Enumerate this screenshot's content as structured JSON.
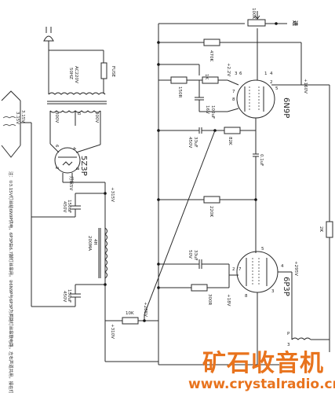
{
  "power_section": {
    "fuse": "FUSE",
    "ac_input": "AC220V",
    "frequency": "50HZ",
    "tap_300v_left": "300V",
    "tap_0": "0",
    "tap_300v_right": "300V",
    "tap_3_15v_a": "3.15V",
    "tap_3_15v_b": "3.15V",
    "rectifier_tube": "5Z3P",
    "rectifier_pin_2": "2",
    "rectifier_pin_4": "4",
    "rectifier_pin_6": "6",
    "rectifier_pin_8": "8",
    "filament_5v": "灯丝5V",
    "filter_cap_1": "150uF",
    "filter_cap_1_v": "450V",
    "choke": "4H",
    "choke_current": "200MA",
    "filter_cap_2": "150uF",
    "filter_cap_2_v": "450V",
    "b_plus_1": "+315V",
    "b_plus_2": "+310V"
  },
  "note": "注：①3.15V灯丝给6N9P供电，6P3P由6.7脚灯丝串用。②6N9P与6P3P为两路灯丝串联电路，左右声道共用，接在灯丝一路",
  "stage1": {
    "pot": "100K",
    "input_label": "进",
    "r_470k": "470K",
    "r_150r": "150R",
    "r_1k": "1K",
    "cap_100uf": "100uF",
    "cap_100uf_v": "16V",
    "cathode_v": "+2.2V",
    "anode_v": "+160V",
    "tube": "6N9P",
    "pin_3": "3",
    "pin_6": "6",
    "pin_1": "1",
    "pin_4": "4",
    "pin_2": "2",
    "pin_5": "5",
    "pin_7": "7",
    "pin_8": "8",
    "cap_33uf": "33uF",
    "cap_33uf_v": "450V",
    "r_82k": "82K",
    "coupling_cap": "0.1uF",
    "r_220k": "220K",
    "r_10k": "10K",
    "b_plus": "+285V"
  },
  "stage2": {
    "cap_33uf": "33uF",
    "cap_33uf_v": "50V",
    "r_300r": "300R",
    "cathode_v": "+18V",
    "anode_v": "+295V",
    "tube": "6P3P",
    "pin_2": "2",
    "pin_7": "7",
    "pin_8": "8",
    "pin_5": "5",
    "pin_3": "3",
    "pin_4": "4",
    "r_2k": "2K",
    "ot_3": "3",
    "ot_p": "P"
  },
  "watermark": {
    "cn": "矿石收音机",
    "url": "www.crystalradio.cn"
  }
}
